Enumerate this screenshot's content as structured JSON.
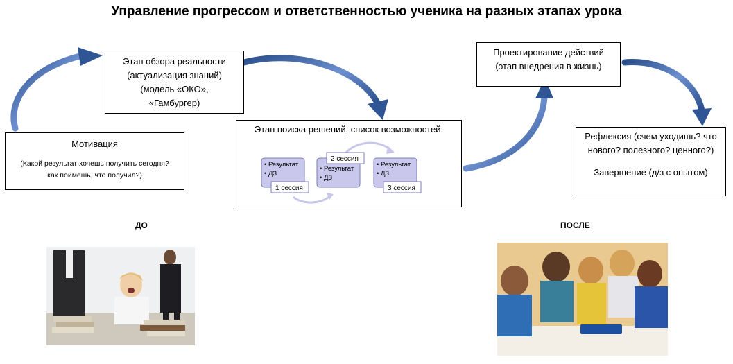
{
  "title": "Управление прогрессом и ответственностью ученика на разных этапах урока",
  "review": {
    "lines": [
      "Этап обзора реальности",
      "(актуализация знаний)",
      "(модель «ОКО»,",
      "«Гамбургер)"
    ]
  },
  "motivation": {
    "head": "Мотивация",
    "lines": [
      "(Какой результат хочешь получить сегодня?",
      "как поймешь, что получил?)"
    ]
  },
  "search": {
    "head": "Этап поиска решений, список возможностей:",
    "cards": [
      {
        "items": [
          "• Результат",
          "• ДЗ"
        ],
        "session": "1 сессия"
      },
      {
        "items": [
          "• Результат",
          "• ДЗ"
        ],
        "session": "2 сессия"
      },
      {
        "items": [
          "• Результат",
          "• ДЗ"
        ],
        "session": "3 сессия"
      }
    ]
  },
  "design": {
    "lines": [
      "Проектирование действий",
      "(этап внедрения в жизнь)"
    ]
  },
  "reflex": {
    "lines": [
      "Рефлексия (счем уходишь? что",
      "нового? полезного? ценного?)"
    ],
    "end": "Завершение (д/з с опытом)"
  },
  "labels": {
    "before": "ДО",
    "after": "ПОСЛЕ"
  },
  "colors": {
    "arrow": "#3a5f9c",
    "arrow_light": "#8fa9d6",
    "card_fill": "#c9c8ec",
    "card_border": "#7c7bb8",
    "cycle_arrow": "#c8c7e8"
  }
}
